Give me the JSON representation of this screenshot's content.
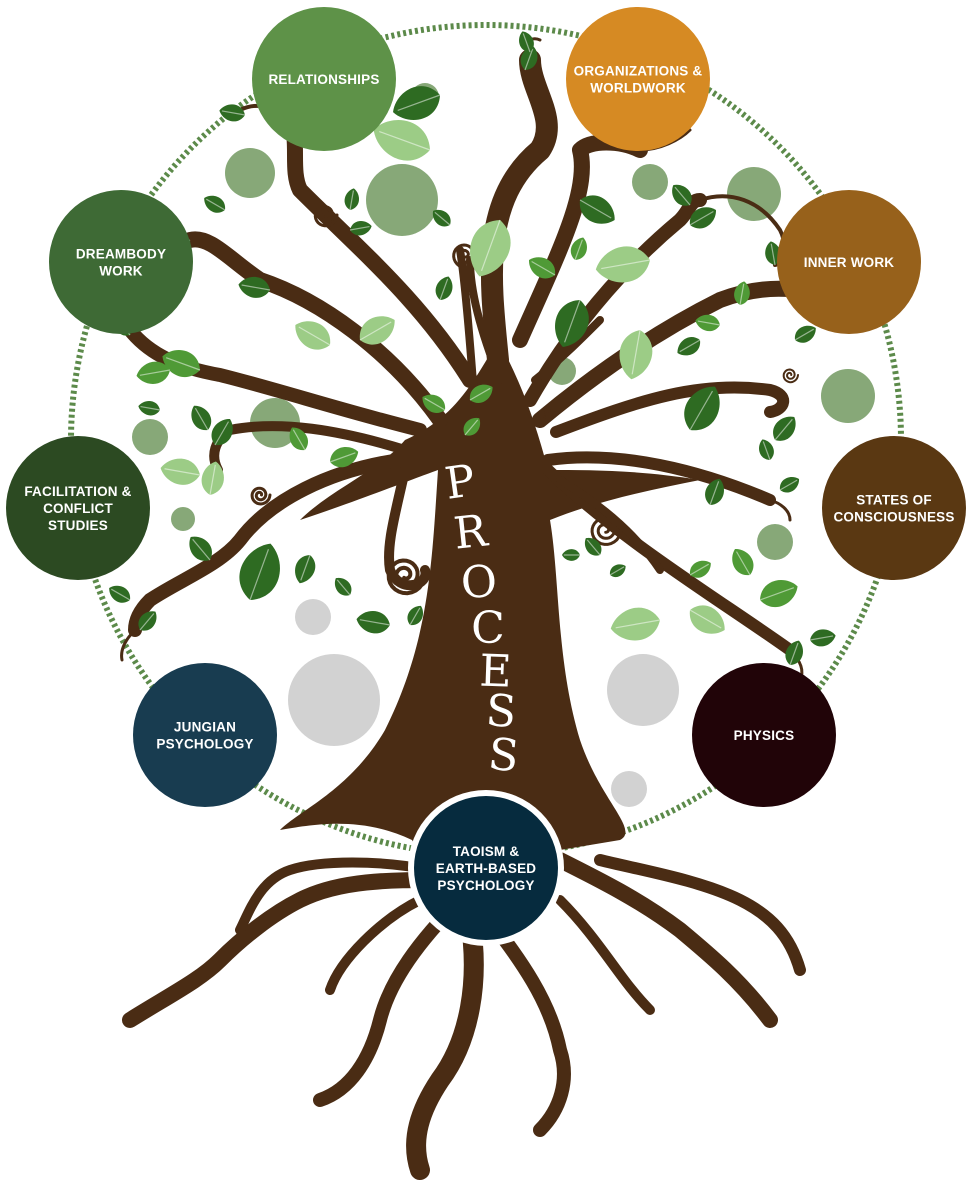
{
  "trunk_word": [
    "P",
    "R",
    "O",
    "C",
    "E",
    "S",
    "S"
  ],
  "nodes": [
    {
      "id": "relationships",
      "lines": [
        "RELATIONSHIPS"
      ],
      "color": "#5e9248"
    },
    {
      "id": "organizations",
      "lines": [
        "ORGANIZATIONS &",
        "WORLDWORK"
      ],
      "color": "#d68a23"
    },
    {
      "id": "dreambody",
      "lines": [
        "DREAMBODY",
        "WORK"
      ],
      "color": "#3e6a35"
    },
    {
      "id": "inner-work",
      "lines": [
        "INNER WORK"
      ],
      "color": "#97611b"
    },
    {
      "id": "facilitation",
      "lines": [
        "FACILITATION &",
        "CONFLICT",
        "STUDIES"
      ],
      "color": "#2c4a22"
    },
    {
      "id": "states",
      "lines": [
        "STATES OF",
        "CONSCIOUSNESS"
      ],
      "color": "#5a3812"
    },
    {
      "id": "jungian",
      "lines": [
        "JUNGIAN",
        "PSYCHOLOGY"
      ],
      "color": "#183c50"
    },
    {
      "id": "physics",
      "lines": [
        "PHYSICS"
      ],
      "color": "#210408"
    },
    {
      "id": "taoism",
      "lines": [
        "TAOISM &",
        "EARTH-BASED",
        "PSYCHOLOGY"
      ],
      "color": "#062b3e"
    }
  ],
  "colors": {
    "trunk": "#4a2c14",
    "ring": "#5c8a4a",
    "leaf_dark": "#2e6b22",
    "leaf_mid": "#4f9a36",
    "leaf_light": "#9ccc86",
    "bubble_green": "#87a878",
    "bubble_grey": "#d2d2d2"
  }
}
